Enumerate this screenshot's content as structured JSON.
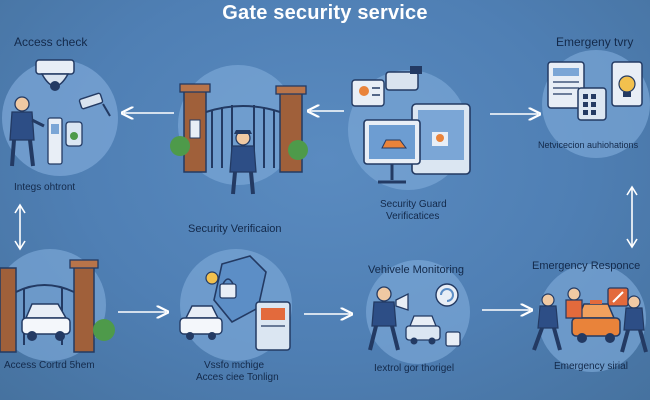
{
  "title": "Gate security service",
  "labels": {
    "access_check": "Access check",
    "integs": "Integs ohtront",
    "security_verification": "Security Verificaion",
    "security_guard_line1": "Security Guard",
    "security_guard_line2": "Verificatices",
    "emergency_tvry": "Emergeny tvry",
    "netvice": "Netvicecion auhiohations",
    "vehicle_monitoring": "Vehivele Monitoring",
    "emergency_responce": "Emergency Responce",
    "access_control": "Access Cortrd 5hem",
    "vssfo_line1": "Vssfo mchige",
    "vssfo_line2": "Acces ciee Tonlign",
    "iextrol": "Iextrol gor thorigel",
    "emergency_sirial": "Emergency sirial"
  },
  "colors": {
    "background": "#4f7fb4",
    "title": "#ffffff",
    "label": "#13294a",
    "circle": "#7ba6d6",
    "arrow": "#ffffff",
    "navy": "#233a63",
    "brick": "#a0603a",
    "bush": "#4e9a4a",
    "car_orange": "#e9833a",
    "warning": "#e36a3c"
  },
  "icons": [
    "camera-icon",
    "gate-icon",
    "monitor-icon",
    "shield-lock-icon",
    "car-icon",
    "tablet-icon",
    "guard-icon",
    "warning-sign-icon",
    "megaphone-icon"
  ]
}
